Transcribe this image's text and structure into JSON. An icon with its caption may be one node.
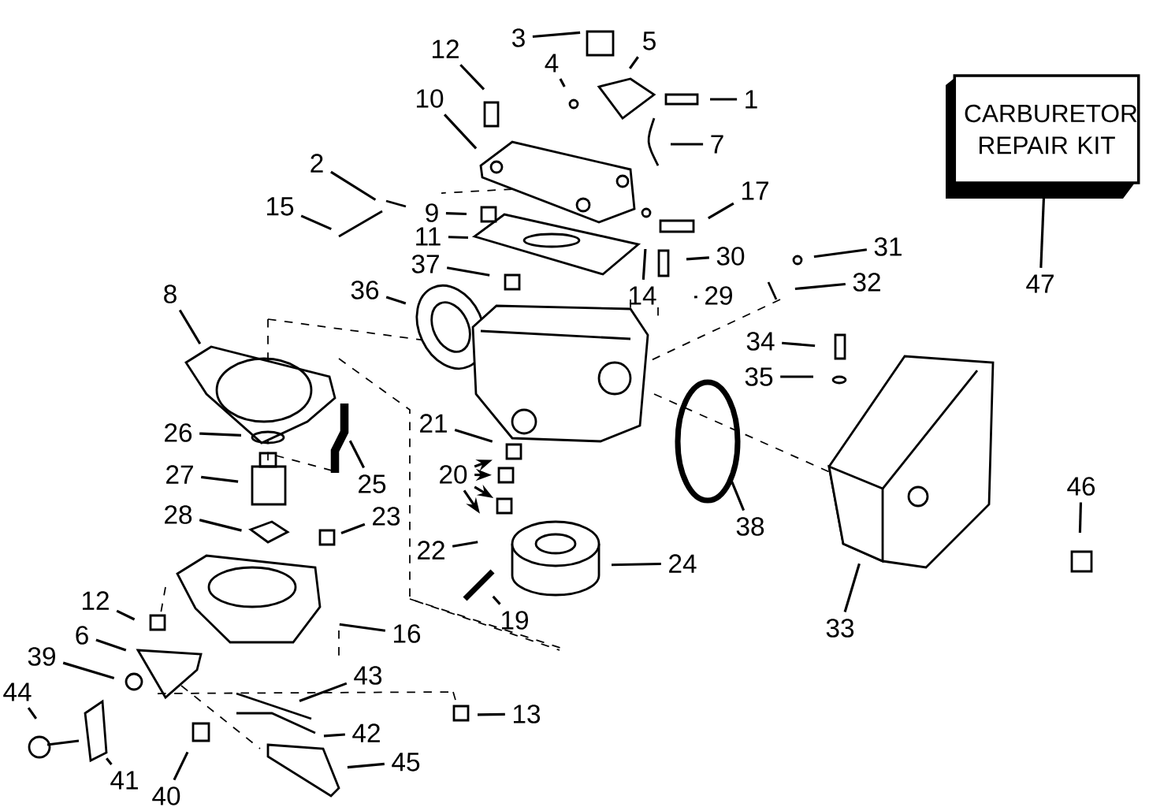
{
  "diagram": {
    "nodes": [
      {
        "text": [
          "3"
        ]
      },
      {
        "text": [
          "5"
        ]
      },
      {
        "text": [
          "12"
        ]
      },
      {
        "text": [
          "4"
        ]
      },
      {
        "text": [
          "10"
        ]
      },
      {
        "text": [
          "1"
        ]
      },
      {
        "text": [
          "7"
        ]
      },
      {
        "text": [
          "CARBURETOR REPAIR KIT"
        ]
      },
      {
        "text": [
          "2"
        ]
      },
      {
        "text": [
          "17"
        ]
      },
      {
        "text": [
          "15"
        ]
      },
      {
        "text": [
          "9"
        ]
      },
      {
        "text": [
          "11"
        ]
      },
      {
        "text": [
          "30"
        ]
      },
      {
        "text": [
          "31"
        ]
      },
      {
        "text": [
          "37"
        ]
      },
      {
        "text": [
          "32"
        ]
      },
      {
        "text": [
          "47"
        ]
      },
      {
        "text": [
          "36"
        ]
      },
      {
        "text": [
          "8"
        ]
      },
      {
        "text": [
          "14"
        ]
      },
      {
        "text": [
          "29"
        ]
      },
      {
        "text": [
          "34"
        ]
      },
      {
        "text": [
          "35"
        ]
      },
      {
        "text": [
          "21"
        ]
      },
      {
        "text": [
          "26"
        ]
      },
      {
        "text": [
          "20"
        ]
      },
      {
        "text": [
          "27"
        ]
      },
      {
        "text": [
          "25"
        ]
      },
      {
        "text": [
          "38"
        ]
      },
      {
        "text": [
          "46"
        ]
      },
      {
        "text": [
          "23"
        ]
      },
      {
        "text": [
          "28"
        ]
      },
      {
        "text": [
          "22"
        ]
      },
      {
        "text": [
          "24"
        ]
      },
      {
        "text": [
          "12"
        ]
      },
      {
        "text": [
          "19"
        ]
      },
      {
        "text": [
          "33"
        ]
      },
      {
        "text": [
          "6"
        ]
      },
      {
        "text": [
          "16"
        ]
      },
      {
        "text": [
          "39"
        ]
      },
      {
        "text": [
          "43"
        ]
      },
      {
        "text": [
          "13"
        ]
      },
      {
        "text": [
          "44"
        ]
      },
      {
        "text": [
          "42"
        ]
      },
      {
        "text": [
          "45"
        ]
      },
      {
        "text": [
          "41"
        ]
      },
      {
        "text": [
          "40"
        ]
      }
    ],
    "edges": [
      {
        "from": 0,
        "to": null,
        "arrow": "none"
      },
      {
        "from": 1,
        "to": null,
        "arrow": "none"
      },
      {
        "from": 2,
        "to": null,
        "arrow": "none"
      },
      {
        "from": 3,
        "to": null,
        "arrow": "none"
      },
      {
        "from": 4,
        "to": null,
        "arrow": "none"
      },
      {
        "from": 5,
        "to": null,
        "arrow": "none"
      },
      {
        "from": 6,
        "to": null,
        "arrow": "none"
      },
      {
        "from": 8,
        "to": null,
        "arrow": "none"
      },
      {
        "from": 9,
        "to": null,
        "arrow": "none"
      },
      {
        "from": 10,
        "to": null,
        "arrow": "none"
      },
      {
        "from": 11,
        "to": null,
        "arrow": "none"
      },
      {
        "from": 12,
        "to": null,
        "arrow": "none"
      },
      {
        "from": 13,
        "to": null,
        "arrow": "none"
      },
      {
        "from": 14,
        "to": null,
        "arrow": "none"
      },
      {
        "from": 15,
        "to": null,
        "arrow": "none"
      },
      {
        "from": 16,
        "to": null,
        "arrow": "none"
      },
      {
        "from": 17,
        "to": 7,
        "arrow": "none"
      },
      {
        "from": 18,
        "to": null,
        "arrow": "none"
      },
      {
        "from": 19,
        "to": null,
        "arrow": "none"
      },
      {
        "from": 20,
        "to": null,
        "arrow": "none"
      },
      {
        "from": 21,
        "to": null,
        "arrow": "none"
      },
      {
        "from": 22,
        "to": null,
        "arrow": "none"
      },
      {
        "from": 23,
        "to": null,
        "arrow": "none"
      },
      {
        "from": 24,
        "to": null,
        "arrow": "none"
      },
      {
        "from": 25,
        "to": null,
        "arrow": "none"
      },
      {
        "from": 26,
        "to": null,
        "arrow": "to"
      },
      {
        "from": 26,
        "to": null,
        "arrow": "to"
      },
      {
        "from": 26,
        "to": null,
        "arrow": "to"
      },
      {
        "from": 26,
        "to": null,
        "arrow": "to"
      },
      {
        "from": 27,
        "to": null,
        "arrow": "none"
      },
      {
        "from": 28,
        "to": null,
        "arrow": "none"
      },
      {
        "from": 29,
        "to": null,
        "arrow": "none"
      },
      {
        "from": 30,
        "to": null,
        "arrow": "none"
      },
      {
        "from": 31,
        "to": null,
        "arrow": "none"
      },
      {
        "from": 32,
        "to": null,
        "arrow": "none"
      },
      {
        "from": 33,
        "to": null,
        "arrow": "none"
      },
      {
        "from": 34,
        "to": null,
        "arrow": "none"
      },
      {
        "from": 35,
        "to": null,
        "arrow": "none"
      },
      {
        "from": 36,
        "to": null,
        "arrow": "none"
      },
      {
        "from": 37,
        "to": null,
        "arrow": "none"
      },
      {
        "from": 38,
        "to": null,
        "arrow": "none"
      },
      {
        "from": 39,
        "to": null,
        "arrow": "none"
      },
      {
        "from": 40,
        "to": null,
        "arrow": "none"
      },
      {
        "from": 41,
        "to": null,
        "arrow": "none"
      },
      {
        "from": 42,
        "to": null,
        "arrow": "none"
      },
      {
        "from": 43,
        "to": null,
        "arrow": "none"
      },
      {
        "from": 44,
        "to": null,
        "arrow": "none"
      },
      {
        "from": 45,
        "to": null,
        "arrow": "none"
      },
      {
        "from": 46,
        "to": null,
        "arrow": "none"
      },
      {
        "from": 47,
        "to": null,
        "arrow": "none"
      }
    ]
  }
}
